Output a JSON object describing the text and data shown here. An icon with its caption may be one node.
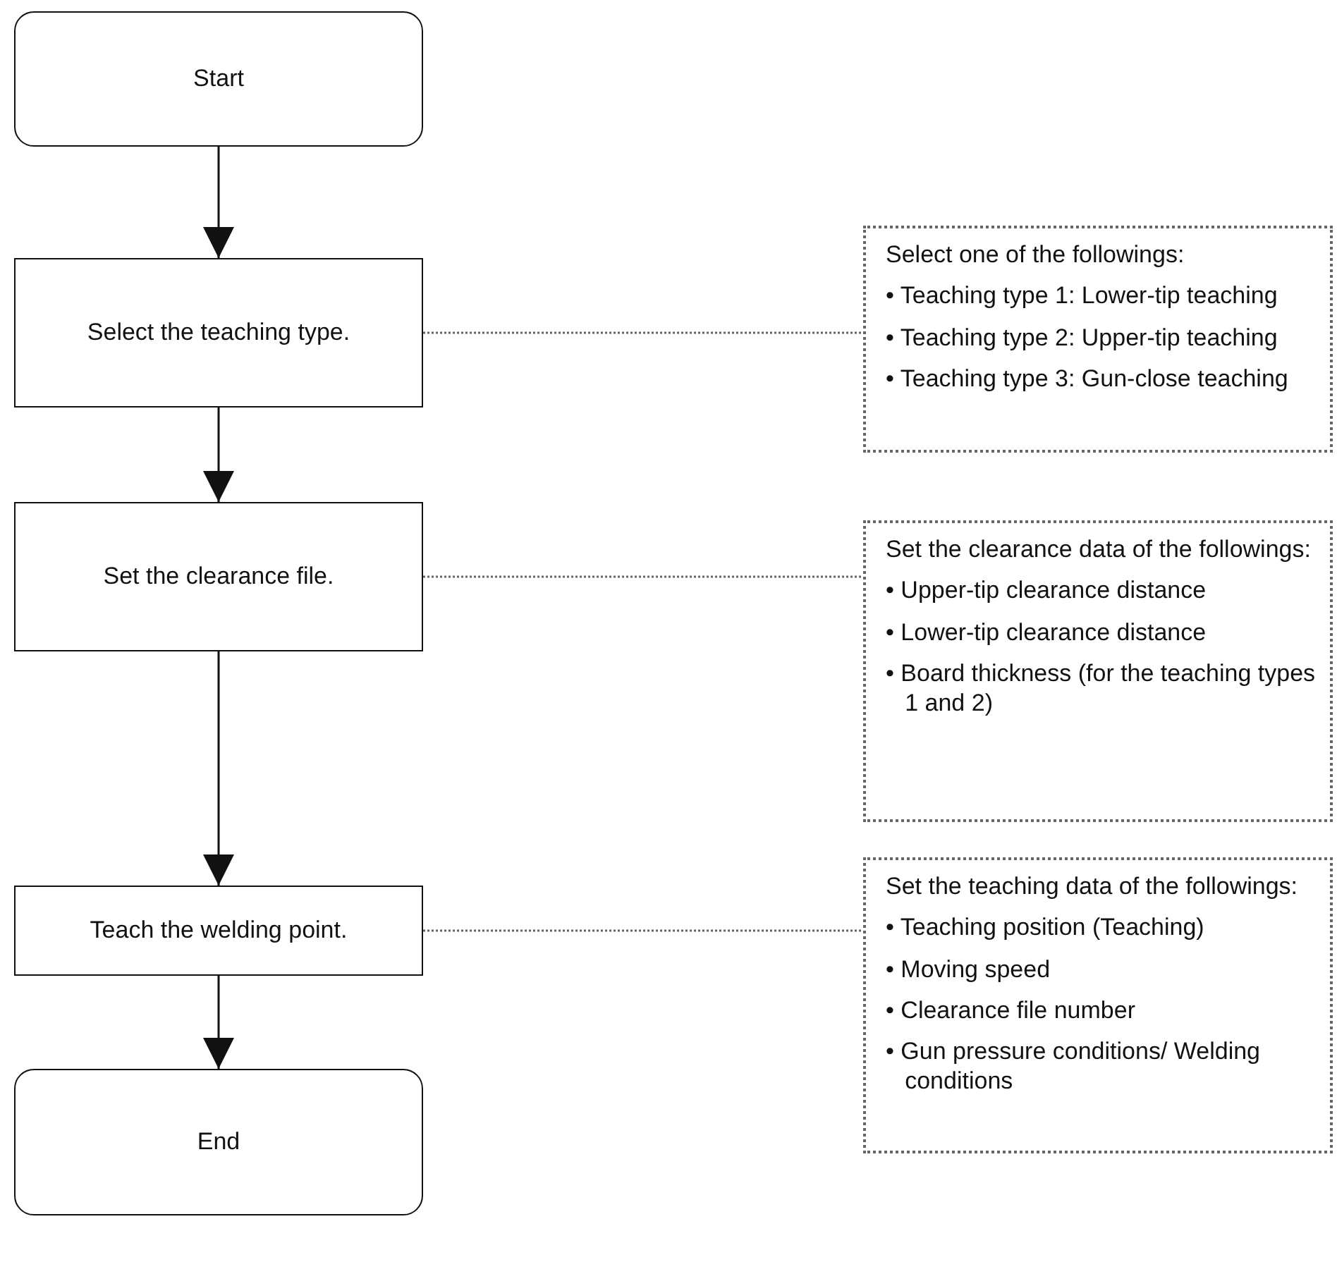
{
  "diagram": {
    "nodes": [
      {
        "text": [
          "Start"
        ]
      },
      {
        "text": [
          "Select the teaching type."
        ]
      },
      {
        "text": [
          "Select one of the followings:",
          "• Teaching type 1: Lower-tip teaching",
          "• Teaching type 2: Upper-tip teaching",
          "• Teaching type 3: Gun-close teaching"
        ]
      },
      {
        "text": [
          "Set the clearance file."
        ]
      },
      {
        "text": [
          "Set the clearance data of the followings:",
          "• Upper-tip clearance distance",
          "• Lower-tip clearance distance",
          "• Board thickness (for the teaching types 1 and 2)"
        ]
      },
      {
        "text": [
          "Teach the welding point."
        ]
      },
      {
        "text": [
          "Set the teaching data of the followings:",
          "• Teaching position (Teaching)",
          "• Moving speed",
          "• Clearance file number",
          "• Gun pressure conditions/ Welding conditions"
        ]
      },
      {
        "text": [
          "End"
        ]
      }
    ],
    "edges": [
      {
        "from": 0,
        "to": 1,
        "arrow": "to"
      },
      {
        "from": 1,
        "to": 3,
        "arrow": "to"
      },
      {
        "from": 3,
        "to": 5,
        "arrow": "to"
      },
      {
        "from": 5,
        "to": 7,
        "arrow": "to"
      },
      {
        "from": 1,
        "to": 2,
        "arrow": "none",
        "style": "dashed"
      },
      {
        "from": 3,
        "to": 4,
        "arrow": "none",
        "style": "dashed"
      },
      {
        "from": 5,
        "to": 6,
        "arrow": "none",
        "style": "dashed"
      }
    ]
  }
}
